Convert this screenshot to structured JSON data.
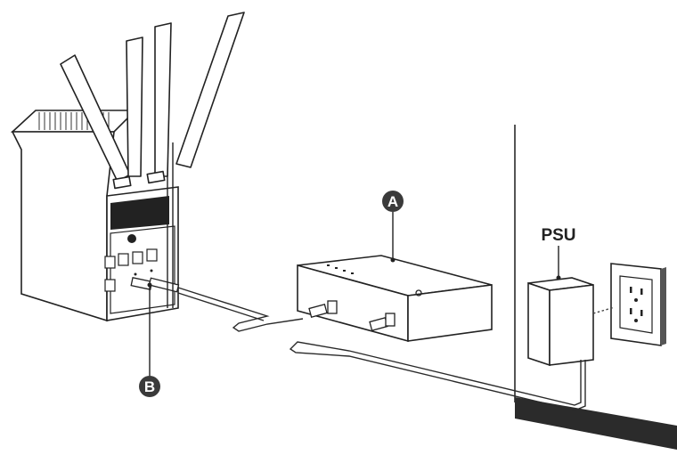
{
  "callouts": {
    "a": "A",
    "b": "B"
  },
  "labels": {
    "psu": "PSU"
  },
  "colors": {
    "callout_fill": "#3a3a3a",
    "line": "#2a2a2a",
    "device_fill": "#ffffff",
    "dark_panel": "#222222"
  }
}
